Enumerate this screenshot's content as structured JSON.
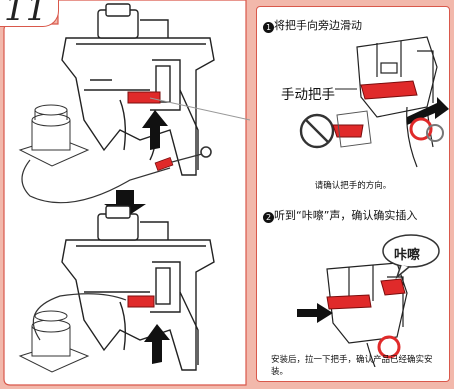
{
  "step": {
    "number": "11"
  },
  "panel_right": {
    "step1": {
      "text": "将把手向旁边滑动"
    },
    "handle_label": "手动把手",
    "note1": "请确认把手的方向。",
    "step2": {
      "text": "听到“咔嚓”声，确认确实插入"
    },
    "click_sound": "咔嚓",
    "note2": "安装后，拉一下把手，确认产品已经确实安装。"
  },
  "colors": {
    "accent": "#d9584b",
    "handle": "#e02a2a",
    "background": "#f2b8ab"
  }
}
